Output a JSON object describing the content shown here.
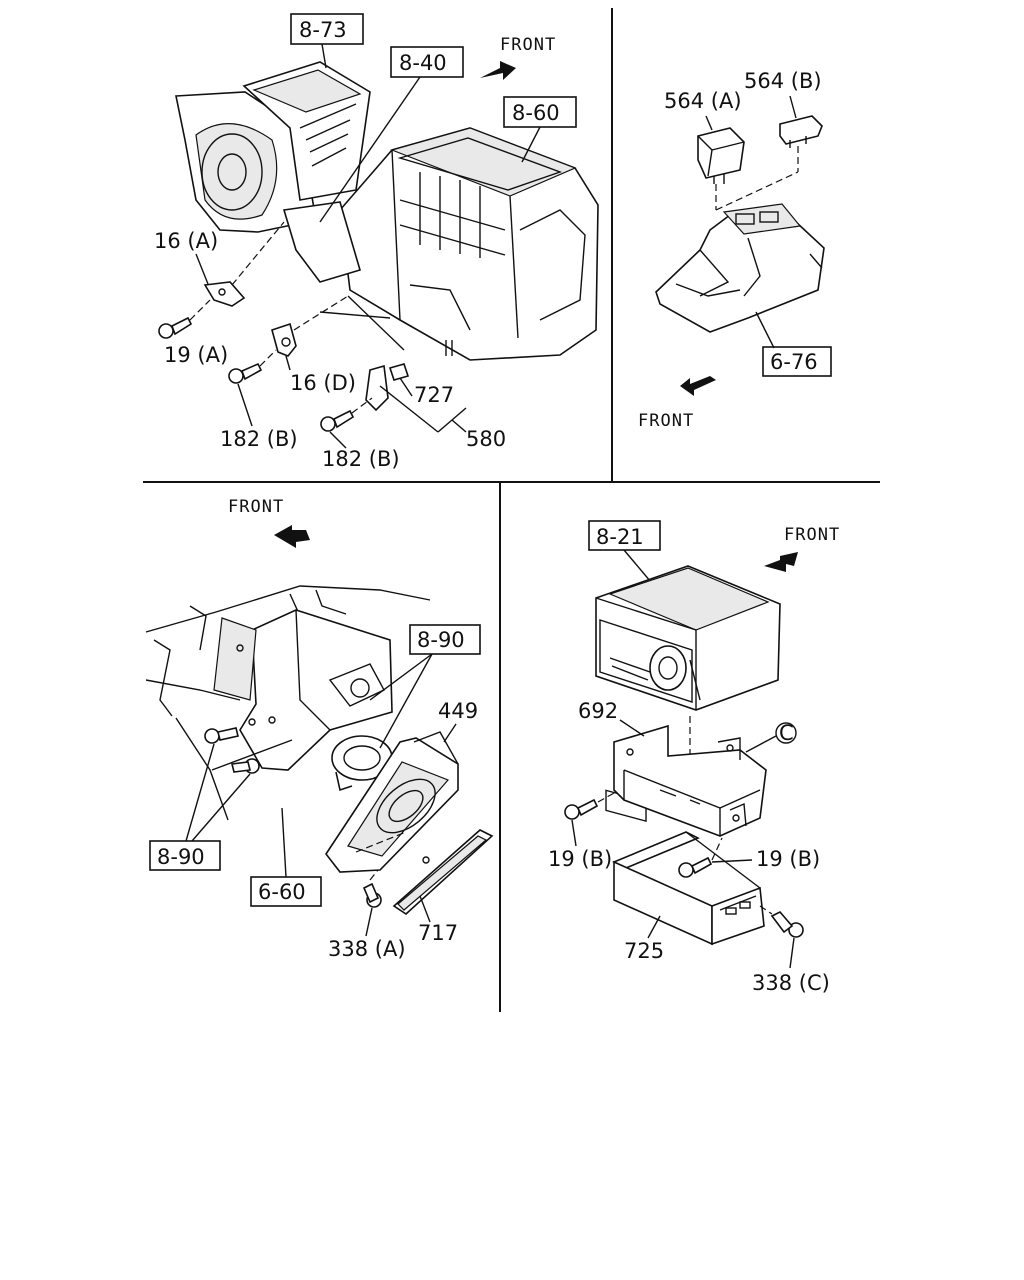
{
  "panels": {
    "top_left": {
      "front": "FRONT",
      "refs": {
        "r873": "8-73",
        "r840": "8-40",
        "r860": "8-60"
      },
      "parts": {
        "p16a": "16 (A)",
        "p19a": "19 (A)",
        "p16d": "16 (D)",
        "p182b_1": "182 (B)",
        "p182b_2": "182 (B)",
        "p727": "727",
        "p580": "580"
      }
    },
    "top_right": {
      "front": "FRONT",
      "refs": {
        "r676": "6-76"
      },
      "parts": {
        "p564a": "564 (A)",
        "p564b": "564 (B)"
      }
    },
    "bottom_left": {
      "front": "FRONT",
      "refs": {
        "r890a": "8-90",
        "r890b": "8-90",
        "r660": "6-60"
      },
      "parts": {
        "p449": "449",
        "p338a": "338 (A)",
        "p717": "717"
      }
    },
    "bottom_right": {
      "front": "FRONT",
      "refs": {
        "r821": "8-21"
      },
      "parts": {
        "p692": "692",
        "pc": "C",
        "p19b_1": "19 (B)",
        "p19b_2": "19 (B)",
        "p725": "725",
        "p338c": "338 (C)"
      }
    }
  }
}
